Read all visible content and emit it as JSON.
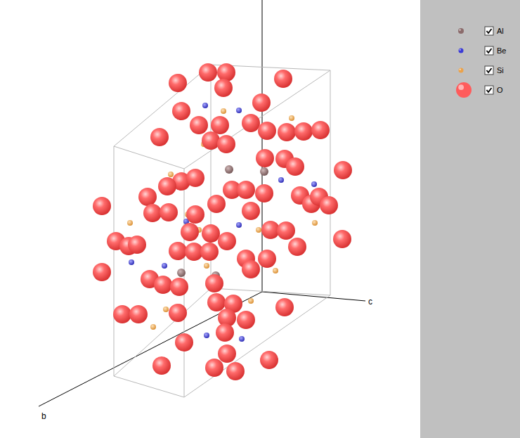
{
  "diagram": {
    "labels": [
      "b",
      "c"
    ],
    "legend": [
      {
        "text": "Al",
        "color": "#8b6b6b"
      },
      {
        "text": "Be",
        "color": "#3a3ad6"
      },
      {
        "text": "Si",
        "color": "#eba24a"
      },
      {
        "text": "O",
        "color": "#ff5c5c"
      }
    ]
  }
}
